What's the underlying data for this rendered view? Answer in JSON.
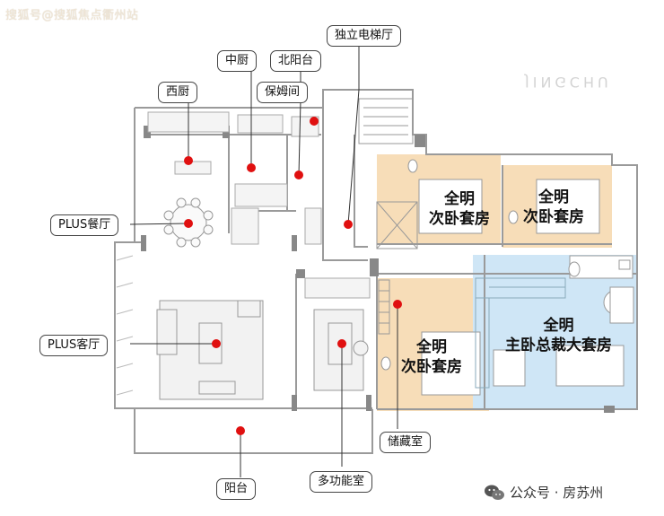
{
  "watermark": "搜狐号@搜狐焦点衢州站",
  "brand_mark": "JINGCHU",
  "footer": {
    "source": "公众号 · 房苏州"
  },
  "labels": {
    "zhongchu": "中厨",
    "beiyangtai": "北阳台",
    "dulidianti": "独立电梯厅",
    "xichu": "西厨",
    "baomujian": "保姆间",
    "plus_canting": "PLUS餐厅",
    "plus_keting": "PLUS客厅",
    "chucangshi": "储藏室",
    "yangtai": "阳台",
    "duogongneng": "多功能室"
  },
  "rooms": {
    "bedroom1": {
      "line1": "全明",
      "line2": "次卧套房"
    },
    "bedroom2": {
      "line1": "全明",
      "line2": "次卧套房"
    },
    "bedroom3": {
      "line1": "全明",
      "line2": "次卧套房"
    },
    "master": {
      "line1": "全明",
      "line2": "主卧总裁大套房"
    }
  },
  "colors": {
    "marker": "#e01010",
    "secondary_suite": "#f7ddb8",
    "master_suite": "#cfe6f6",
    "wall": "#9a9a9a"
  }
}
